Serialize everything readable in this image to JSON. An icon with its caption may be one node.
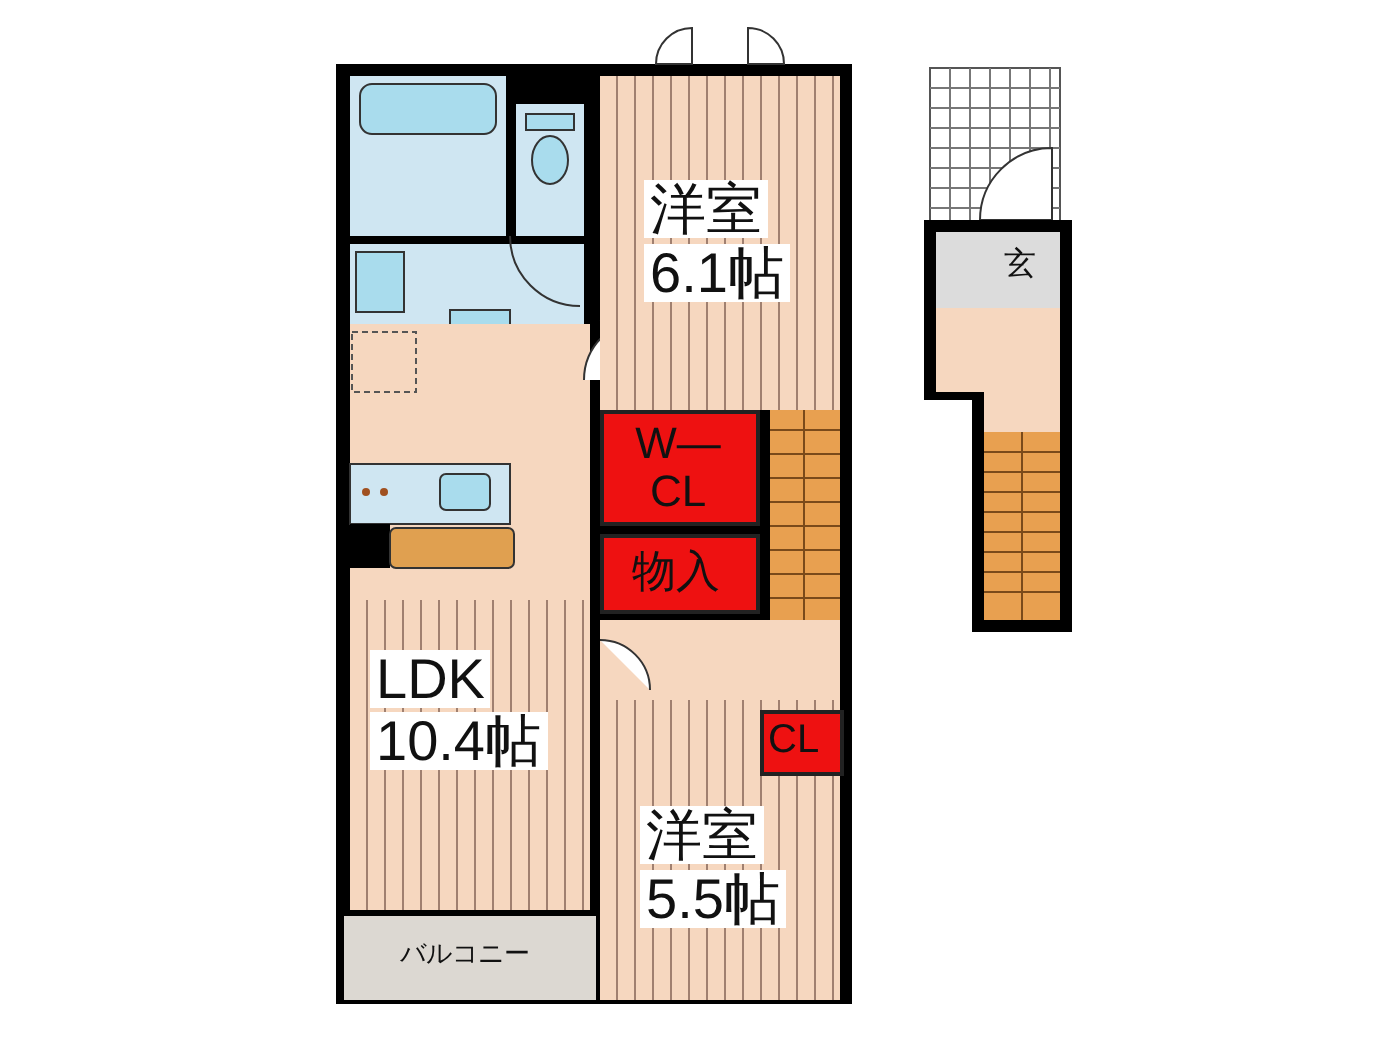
{
  "diagram": {
    "nodes": [
      {
        "text": [
          "洋室",
          "6.1帖"
        ]
      },
      {
        "text": [
          "W—CL"
        ]
      },
      {
        "text": [
          "物入"
        ]
      },
      {
        "text": [
          "LDK",
          "10.4帖"
        ]
      },
      {
        "text": [
          "洋室",
          "5.5帖"
        ]
      },
      {
        "text": [
          "CL"
        ],
        "in": 4
      },
      {
        "text": [
          "バルコニー"
        ]
      },
      {
        "text": [
          "玄"
        ]
      }
    ],
    "edges": []
  }
}
